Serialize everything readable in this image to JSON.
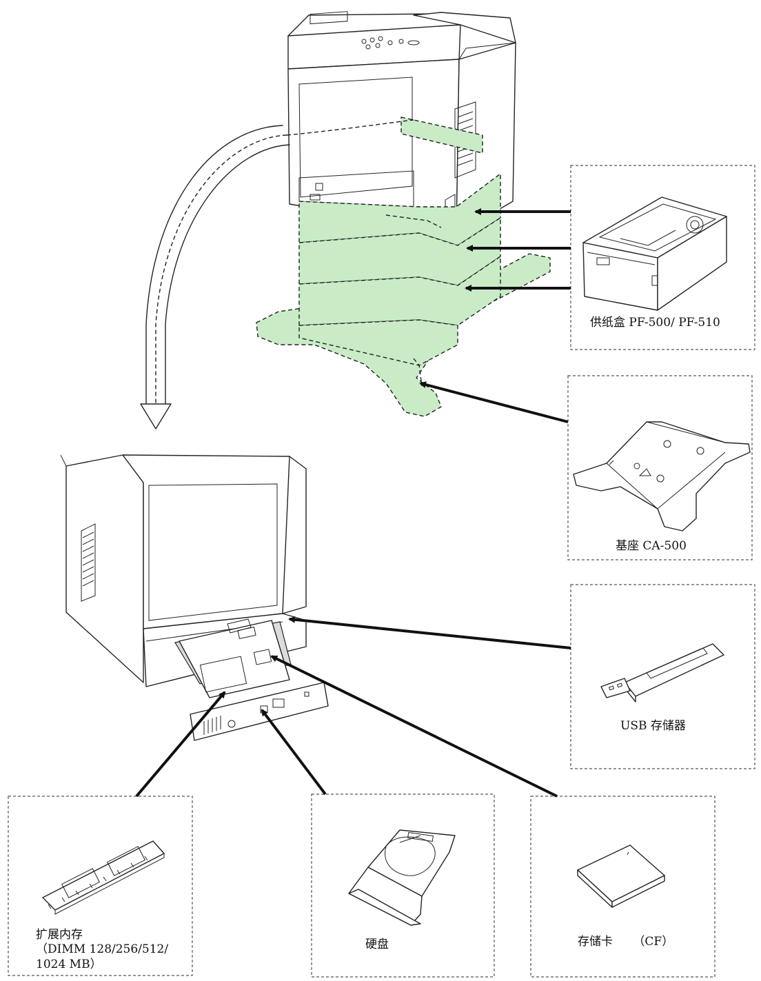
{
  "options": [
    {
      "id": "paper-feeder",
      "label": "供纸盒 PF-500/ PF-510"
    },
    {
      "id": "stand",
      "label": "基座 CA-500"
    },
    {
      "id": "usb",
      "label": "USB 存储器"
    },
    {
      "id": "memory",
      "label_line1": "扩展内存",
      "label_line2": "（DIMM 128/256/512/",
      "label_line3": "1024 MB）"
    },
    {
      "id": "hdd",
      "label": "硬盘"
    },
    {
      "id": "cf-card",
      "label_main": "存储卡",
      "label_tag": "（CF）"
    }
  ],
  "colors": {
    "ghost_fill": "#c9ecc7",
    "ghost_stroke": "#1f1f1f",
    "arrow": "#111111",
    "line": "#222222"
  }
}
